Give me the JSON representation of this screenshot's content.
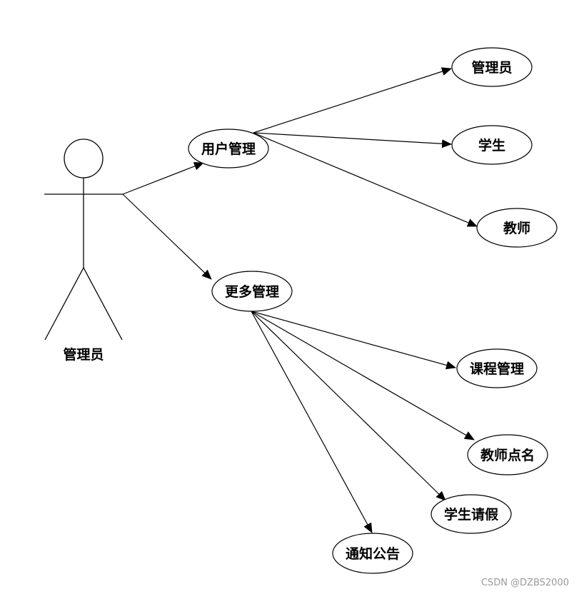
{
  "actor": {
    "label": "管理员"
  },
  "use_cases": {
    "user_mgmt": "用户管理",
    "more_mgmt": "更多管理",
    "admin": "管理员",
    "student": "学生",
    "teacher": "教师",
    "course_mgmt": "课程管理",
    "teacher_rollcall": "教师点名",
    "student_leave": "学生请假",
    "notice": "通知公告"
  },
  "watermark": "CSDN @DZBS2000"
}
